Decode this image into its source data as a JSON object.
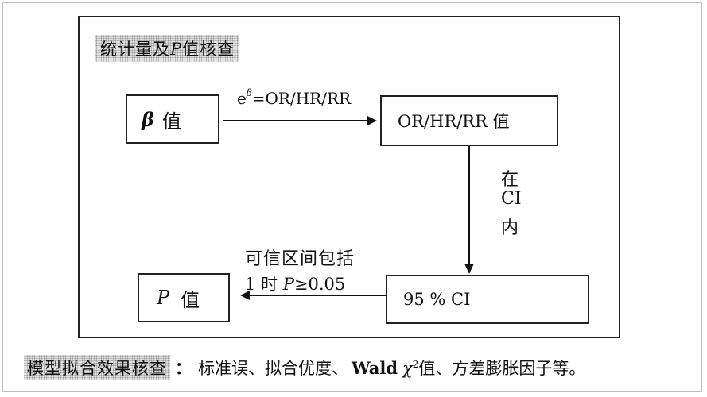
{
  "title": {
    "prefix": "统计量及",
    "p": "P",
    "suffix": "值核查"
  },
  "nodes": {
    "beta": {
      "symbol": "β",
      "label": "值"
    },
    "or": {
      "label": "OR/HR/RR 值"
    },
    "ci": {
      "label": "95 % CI"
    },
    "p": {
      "symbol": "P",
      "label": "值"
    }
  },
  "edges": {
    "formula": {
      "base": "e",
      "exponent": "β",
      "rest": "=OR/HR/RR"
    },
    "in_ci": [
      "在",
      "CI",
      "内"
    ],
    "cover": "可信区间包括",
    "condition": {
      "prefix": "1 时 ",
      "p": "P",
      "suffix": "≥0.05"
    }
  },
  "footer": {
    "label": "模型拟合效果核查",
    "separator": "：",
    "text1": "标准误、拟合优度、",
    "wald": "Wald",
    "chi": "χ",
    "chi_sup": "2",
    "text2": " 值、方差膨胀因子等。"
  }
}
